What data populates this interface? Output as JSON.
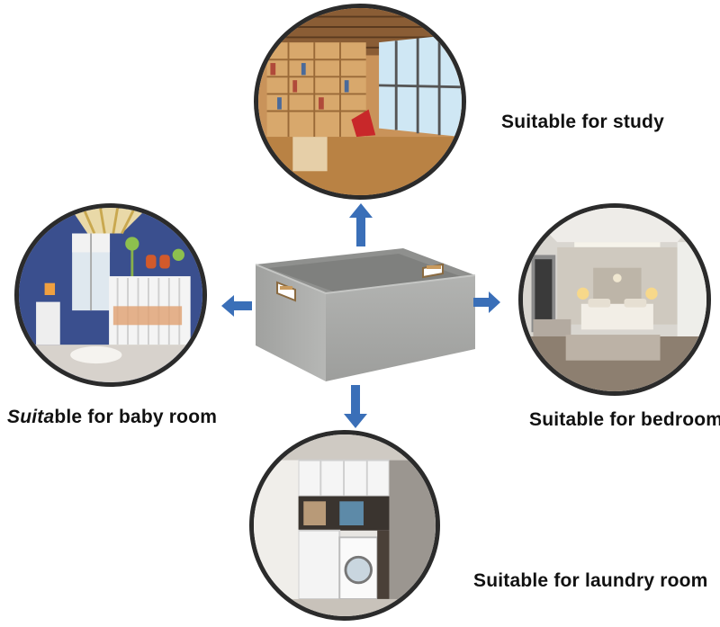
{
  "captions": {
    "study": "Suitable for study",
    "baby_room_prefix": "Suita",
    "baby_room_rest": "ble for baby room",
    "bedroom": "Suitable for bedroom",
    "laundry_room": "Suitable for laundry room"
  },
  "colors": {
    "arrow": "#3a6fb8",
    "circle_border": "#2b2b2b",
    "basket": "#a7a8a6"
  },
  "icons": {
    "arrows": [
      "arrow-up-icon",
      "arrow-down-icon",
      "arrow-left-icon",
      "arrow-right-icon"
    ]
  }
}
